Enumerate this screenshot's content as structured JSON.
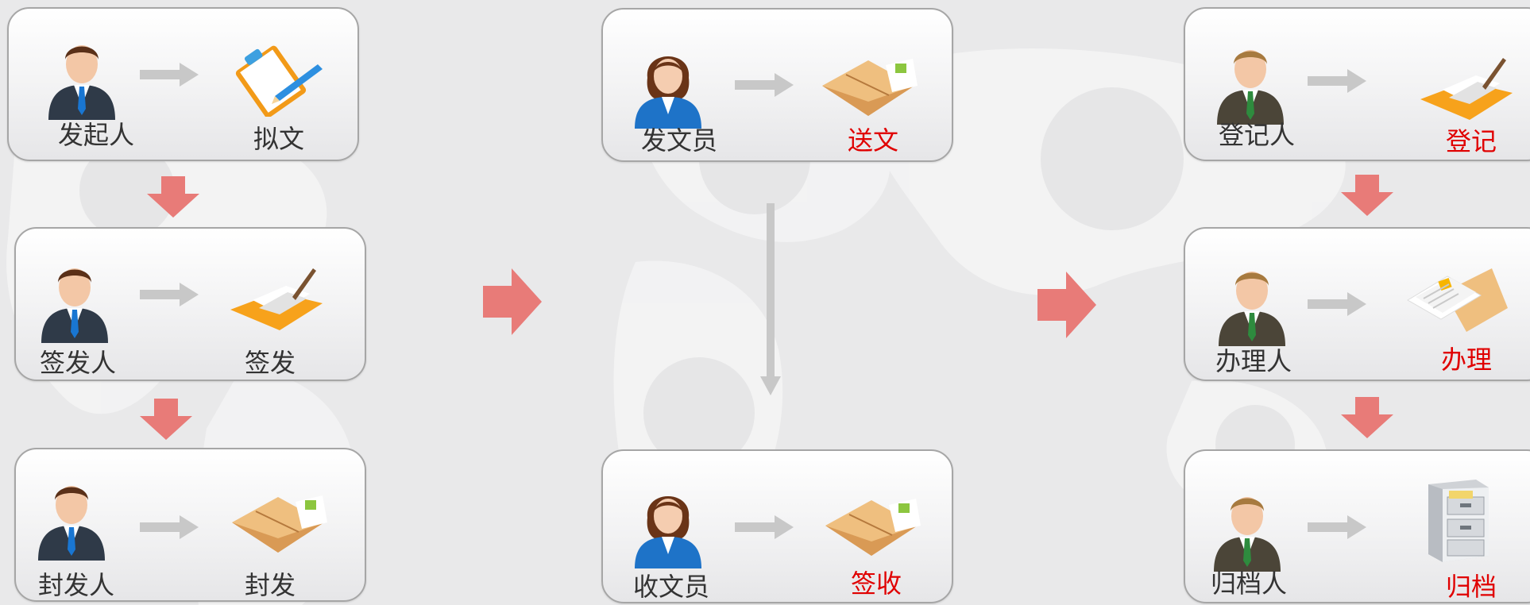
{
  "colors": {
    "accent_arrow": "#e87b78",
    "gray_arrow": "#c8c8c8",
    "highlight_text": "#e00000",
    "label_text": "#333333"
  },
  "left_column": [
    {
      "actor": "发起人",
      "action": "拟文",
      "actor_icon": "man-blue-tie-icon",
      "action_icon": "clipboard-pen-icon"
    },
    {
      "actor": "签发人",
      "action": "签发",
      "actor_icon": "man-blue-tie-icon",
      "action_icon": "sign-document-icon"
    },
    {
      "actor": "封发人",
      "action": "封发",
      "actor_icon": "man-blue-tie-icon",
      "action_icon": "envelope-icon"
    }
  ],
  "middle_column": [
    {
      "actor": "发文员",
      "action": "送文",
      "actor_icon": "woman-clerk-icon",
      "action_icon": "envelope-icon"
    },
    {
      "actor": "收文员",
      "action": "签收",
      "actor_icon": "woman-clerk-icon",
      "action_icon": "envelope-icon"
    }
  ],
  "right_column": [
    {
      "actor": "登记人",
      "action": "登记",
      "actor_icon": "man-green-tie-icon",
      "action_icon": "sign-document-icon"
    },
    {
      "actor": "办理人",
      "action": "办理",
      "actor_icon": "man-green-tie-icon",
      "action_icon": "documents-folder-icon"
    },
    {
      "actor": "归档人",
      "action": "归档",
      "actor_icon": "man-green-tie-icon",
      "action_icon": "file-cabinet-icon"
    }
  ]
}
